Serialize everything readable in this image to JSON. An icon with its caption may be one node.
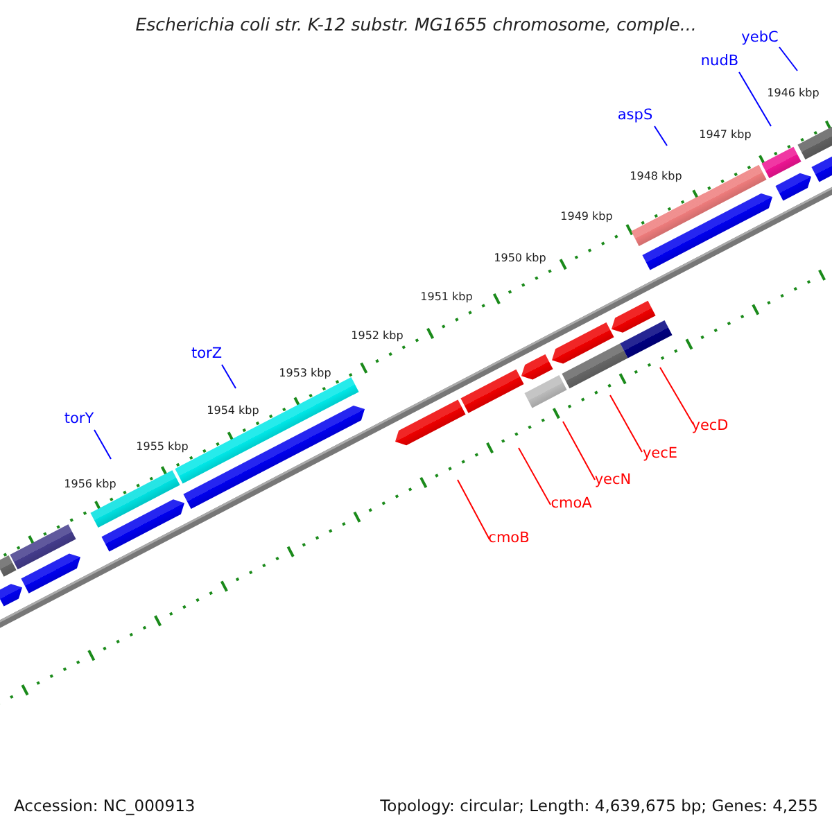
{
  "diagram": {
    "title": "Escherichia coli str. K-12 substr. MG1655 chromosome, comple...",
    "nodes": [
      {
        "text": [
          "yebC"
        ]
      },
      {
        "text": [
          "nudB"
        ]
      },
      {
        "text": [
          "aspS"
        ]
      },
      {
        "text": [
          "torZ"
        ]
      },
      {
        "text": [
          "torY"
        ]
      },
      {
        "text": [
          "yecD"
        ]
      },
      {
        "text": [
          "yecE"
        ]
      },
      {
        "text": [
          "yecN"
        ]
      },
      {
        "text": [
          "cmoA"
        ]
      },
      {
        "text": [
          "cmoB"
        ]
      }
    ],
    "edges": [
      {
        "from": 0,
        "to": null,
        "arrow": "none"
      },
      {
        "from": 1,
        "to": null,
        "arrow": "none"
      },
      {
        "from": 2,
        "to": null,
        "arrow": "none"
      },
      {
        "from": 3,
        "to": null,
        "arrow": "none"
      },
      {
        "from": 4,
        "to": null,
        "arrow": "none"
      },
      {
        "from": 5,
        "to": null,
        "arrow": "none",
        "color": "#ff0000"
      },
      {
        "from": 6,
        "to": null,
        "arrow": "none",
        "color": "#ff0000"
      },
      {
        "from": 7,
        "to": null,
        "arrow": "none",
        "color": "#ff0000"
      },
      {
        "from": 8,
        "to": null,
        "arrow": "none",
        "color": "#ff0000"
      },
      {
        "from": 9,
        "to": null,
        "arrow": "none",
        "color": "#ff0000"
      }
    ],
    "labels": [
      "1946 kbp",
      "1947 kbp",
      "1948 kbp",
      "1949 kbp",
      "1950 kbp",
      "1951 kbp",
      "1952 kbp",
      "1953 kbp",
      "1954 kbp",
      "1955 kbp",
      "1956 kbp",
      "Accession: NC_000913",
      "Topology: circular; Length: 4,639,675 bp; Genes: 4,255"
    ]
  }
}
